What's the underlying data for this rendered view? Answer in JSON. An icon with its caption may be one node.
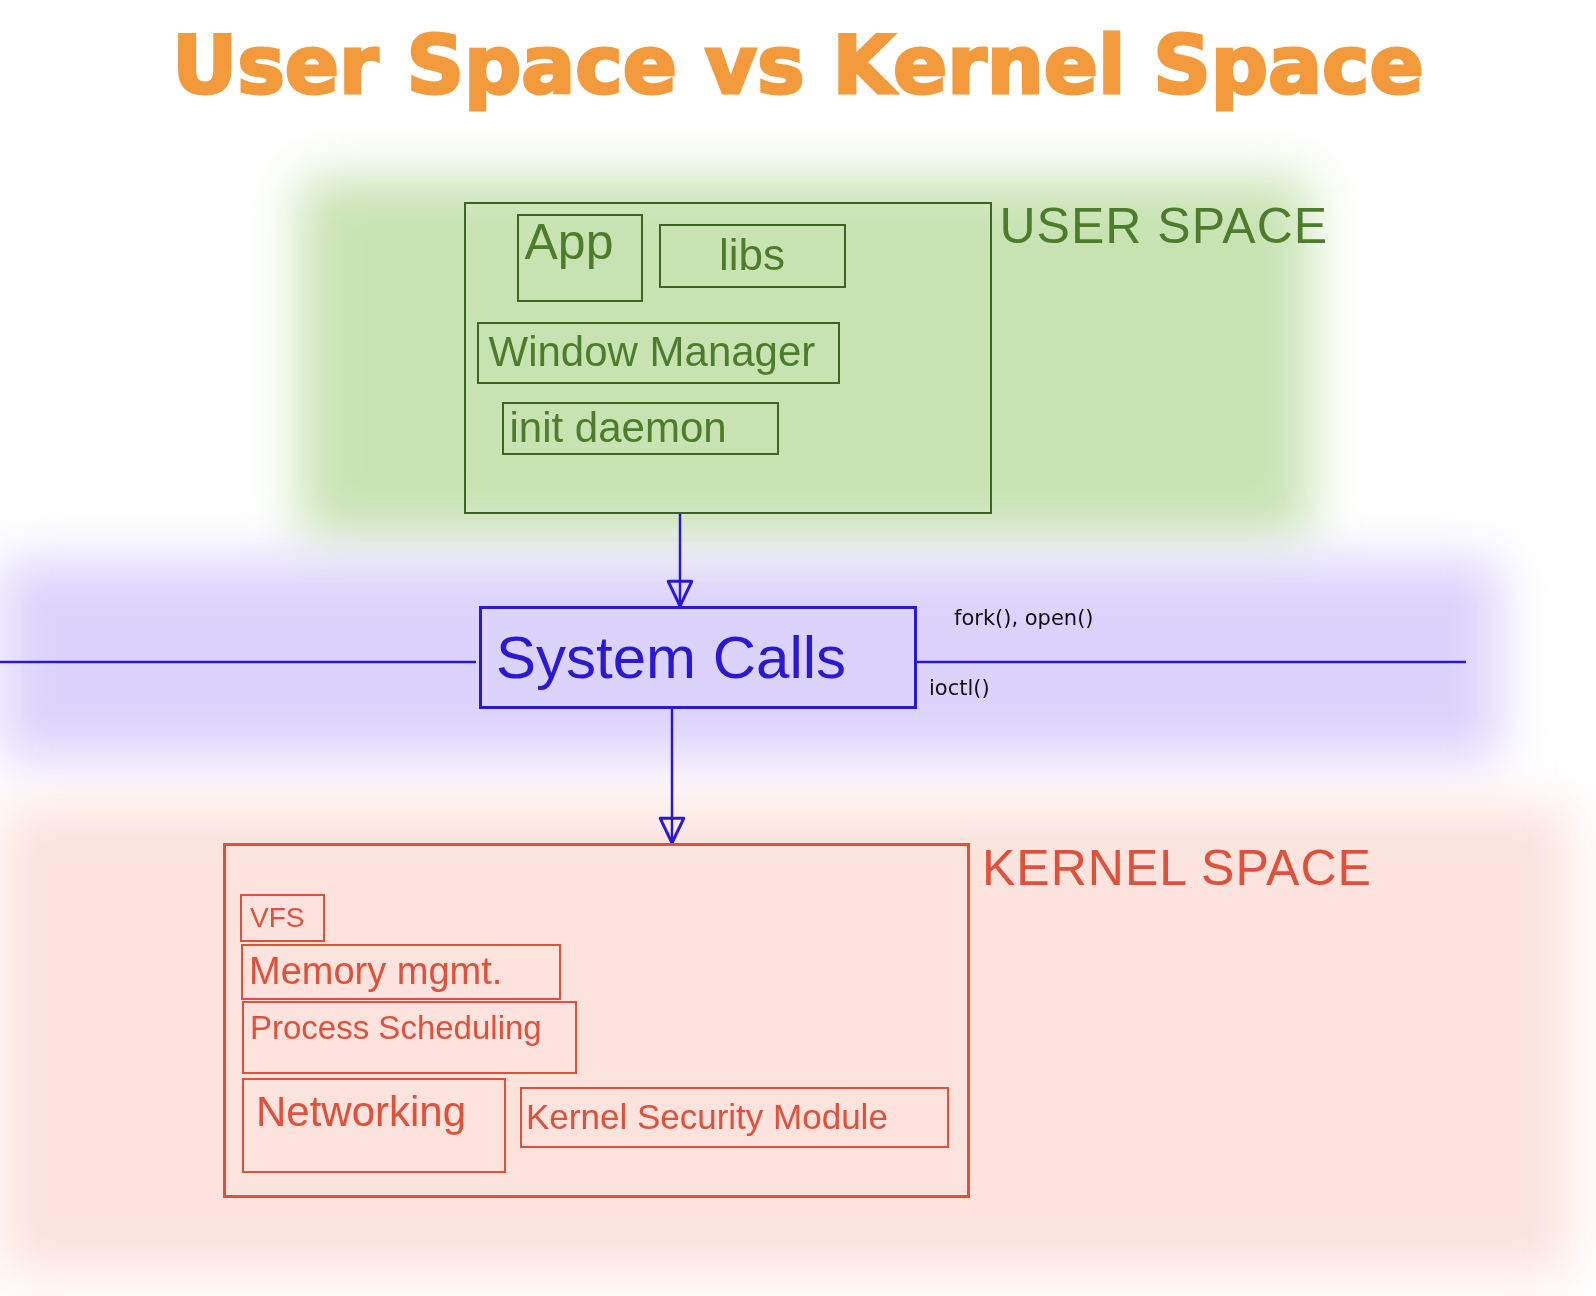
{
  "diagram": {
    "title": "User Space vs Kernel Space",
    "nodes": [
      {
        "text": [
          "USER SPACE"
        ]
      },
      {
        "text": [
          "App"
        ],
        "in": 0
      },
      {
        "text": [
          "libs"
        ],
        "in": 0
      },
      {
        "text": [
          "Window Manager"
        ],
        "in": 0
      },
      {
        "text": [
          "init daemon"
        ],
        "in": 0
      },
      {
        "text": [
          "System Calls"
        ],
        "beside": [
          "fork(), open()",
          "ioctl()"
        ]
      },
      {
        "text": [
          "KERNEL SPACE"
        ]
      },
      {
        "text": [
          "VFS"
        ],
        "in": 6
      },
      {
        "text": [
          "Memory mgmt."
        ],
        "in": 6
      },
      {
        "text": [
          "Process Scheduling"
        ],
        "in": 6
      },
      {
        "text": [
          "Networking"
        ],
        "in": 6
      },
      {
        "text": [
          "Kernel Security Module"
        ],
        "in": 6
      }
    ],
    "edges": [
      {
        "from": 0,
        "to": 5,
        "arrow": "to"
      },
      {
        "from": 5,
        "to": 6,
        "arrow": "to"
      }
    ]
  }
}
